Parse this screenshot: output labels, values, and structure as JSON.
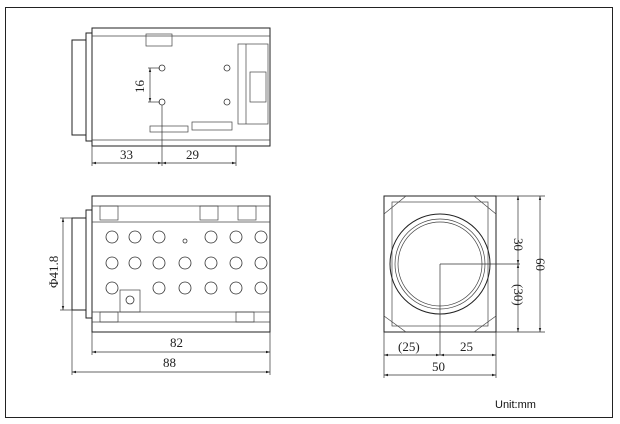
{
  "dimensions": {
    "top_view": {
      "width_33": "33",
      "width_29": "29",
      "height_16": "16"
    },
    "side_view": {
      "diameter": "Φ41.8",
      "length_82": "82",
      "length_88": "88"
    },
    "front_view": {
      "h_25_left": "(25)",
      "h_25_right": "25",
      "h_50": "50",
      "v_30_top": "30",
      "v_30_bottom": "(30)",
      "v_60": "60"
    }
  },
  "unit_label": "Unit:mm"
}
